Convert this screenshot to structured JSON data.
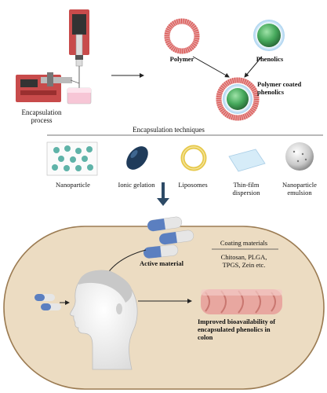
{
  "top": {
    "encapsulation_process": "Encapsulation\nprocess",
    "polymer": "Polymer",
    "phenolics": "Phenolics",
    "polymer_coated": "Polymer coated\nphenolics"
  },
  "techniques": {
    "title": "Encapsulation techniques",
    "items": [
      {
        "label": "Nanoparticle"
      },
      {
        "label": "Ionic gelation"
      },
      {
        "label": "Liposomes"
      },
      {
        "label": "Thin-film\ndispersion"
      },
      {
        "label": "Nanoparticle\nemulsion"
      }
    ]
  },
  "bottom": {
    "active_material": "Active material",
    "coating_title": "Coating materials",
    "coating_items": "Chitosan, PLGA,\nTPGS, Zein etc.",
    "improved": "Improved bioavailability of\nencapsulated phenolics in\ncolon"
  },
  "colors": {
    "capsule_panel": "#ecdcc2",
    "capsule_border": "#9b7b52",
    "polymer_red": "#d9534f",
    "phenolic_green": "#4caf6a",
    "pill_blue": "#5b7fc0",
    "colon_pink": "#e8a7a0"
  }
}
